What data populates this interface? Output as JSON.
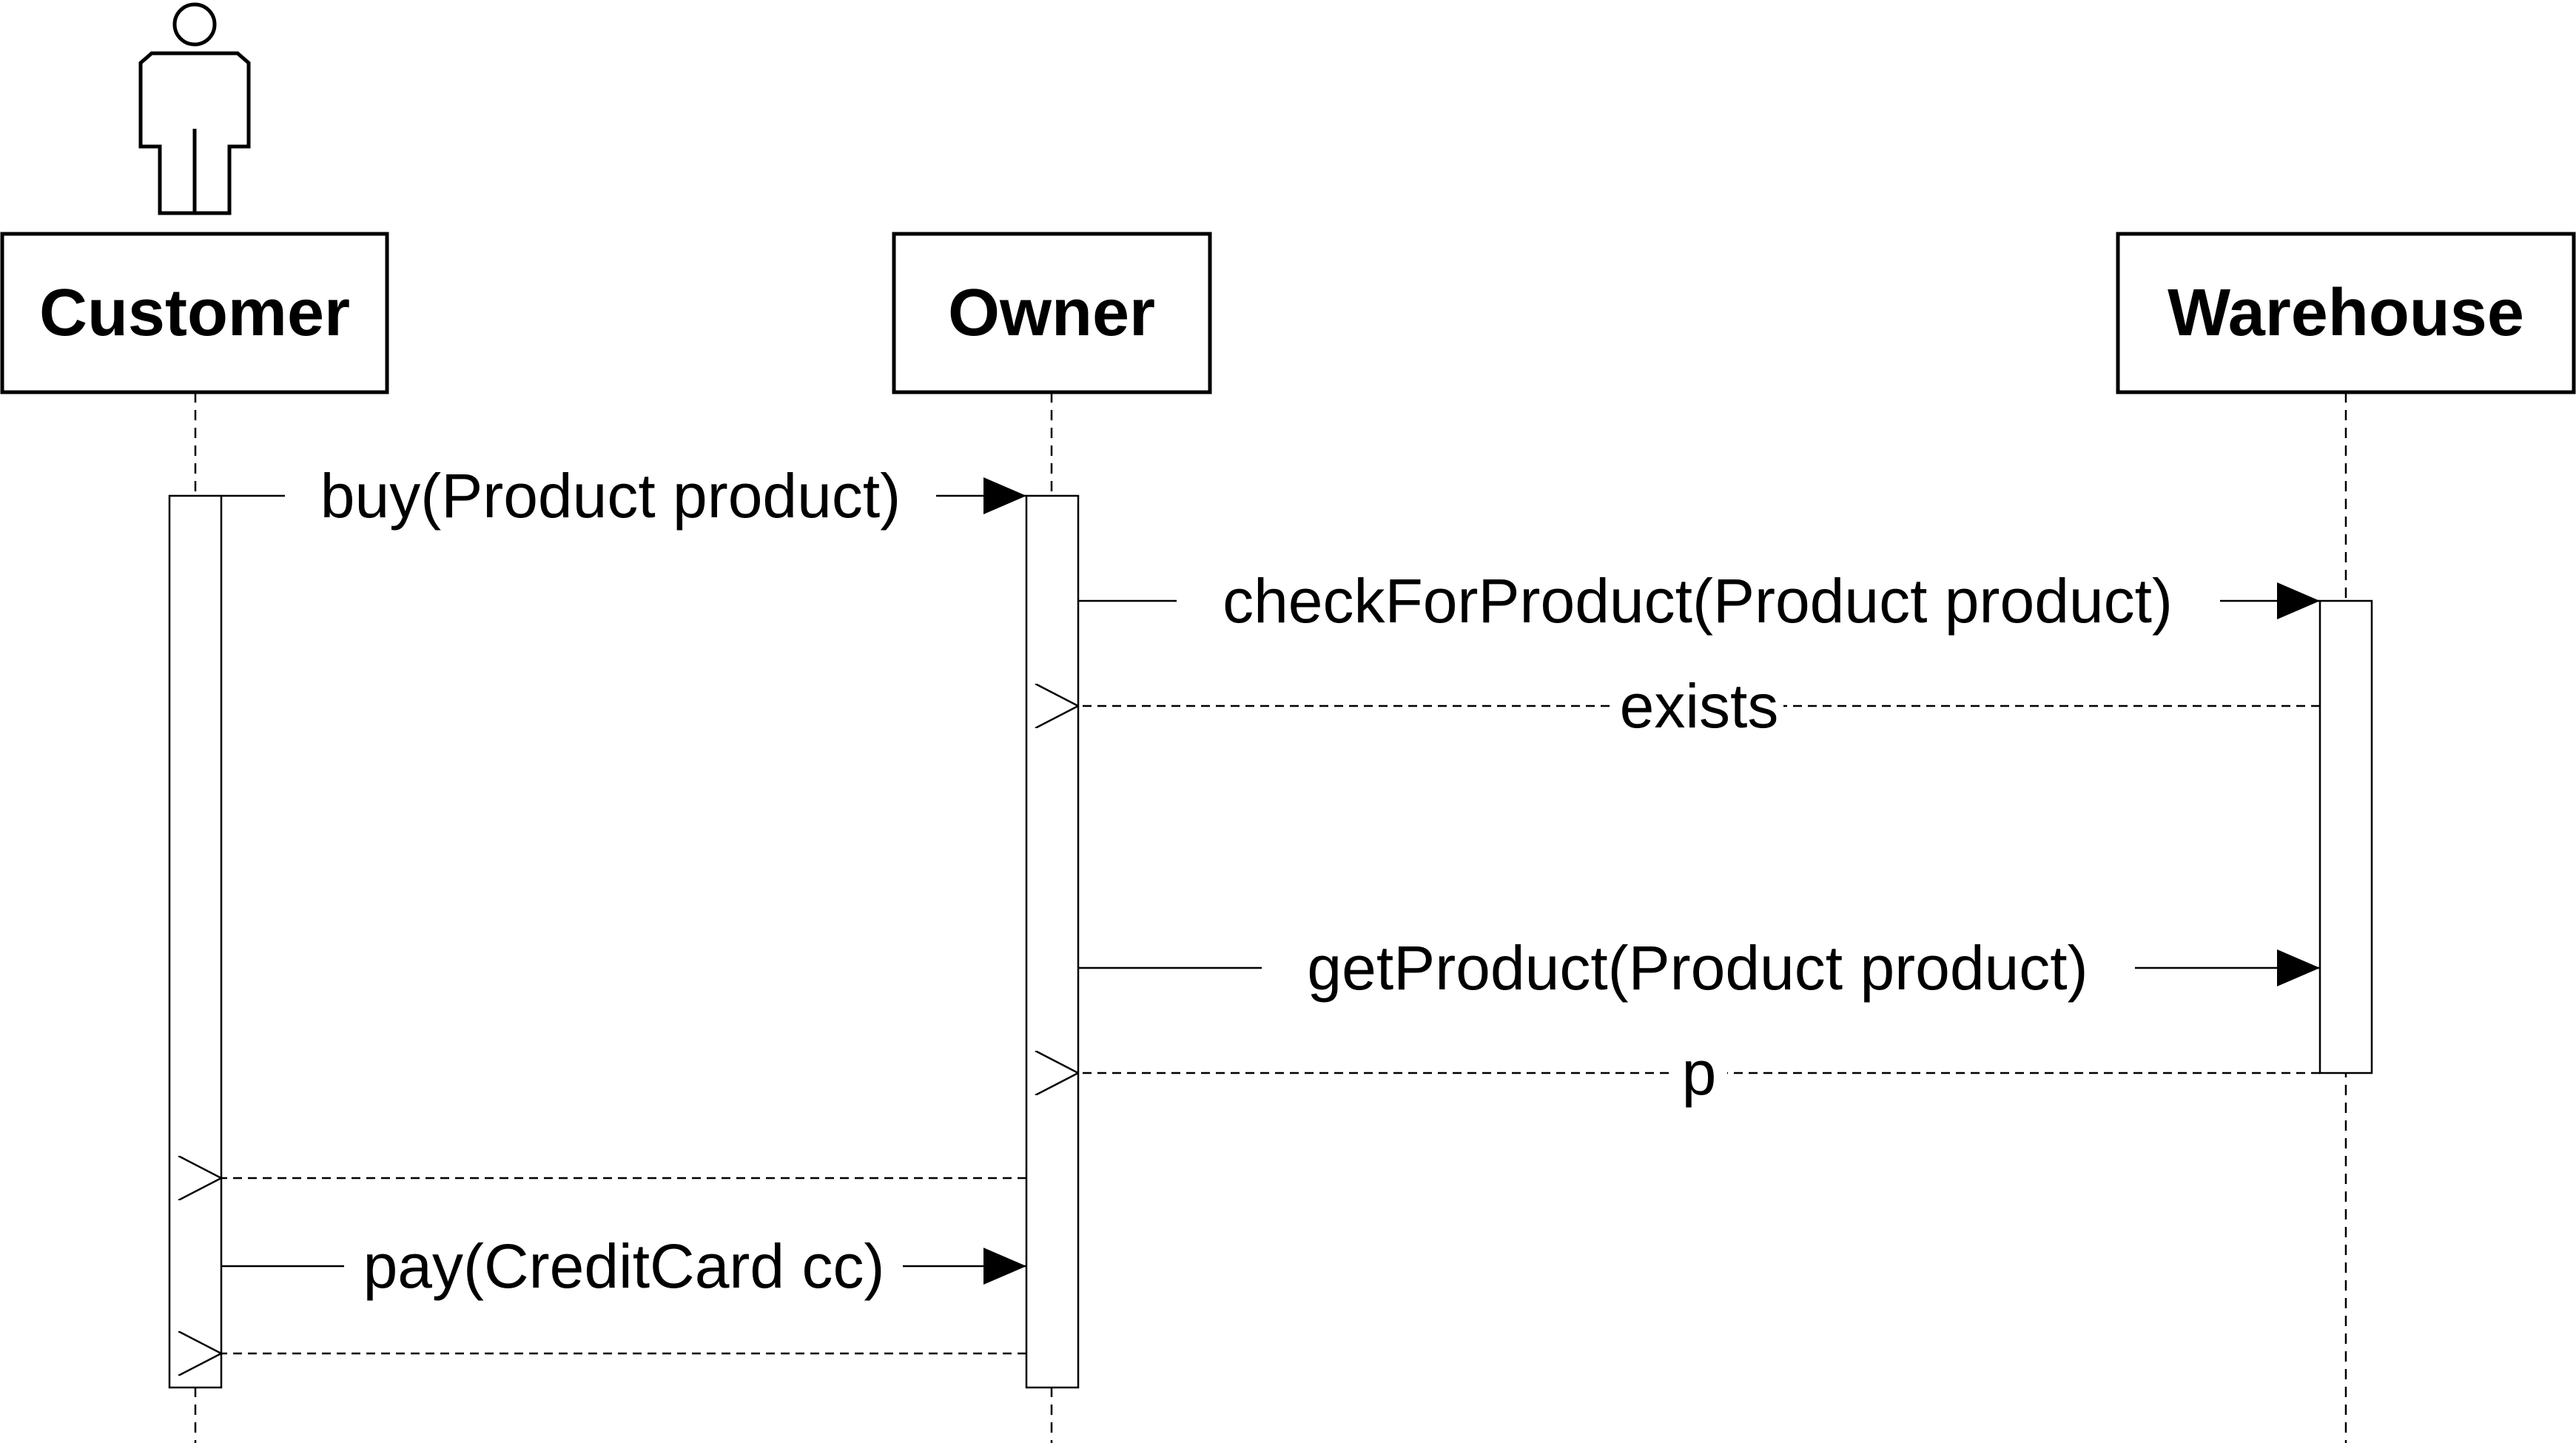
{
  "participants": {
    "customer": "Customer",
    "owner": "Owner",
    "warehouse": "Warehouse"
  },
  "messages": {
    "buy": "buy(Product product)",
    "check": "checkForProduct(Product product)",
    "exists": "exists",
    "get": "getProduct(Product product)",
    "p": "p",
    "pay": "pay(CreditCard cc)"
  }
}
